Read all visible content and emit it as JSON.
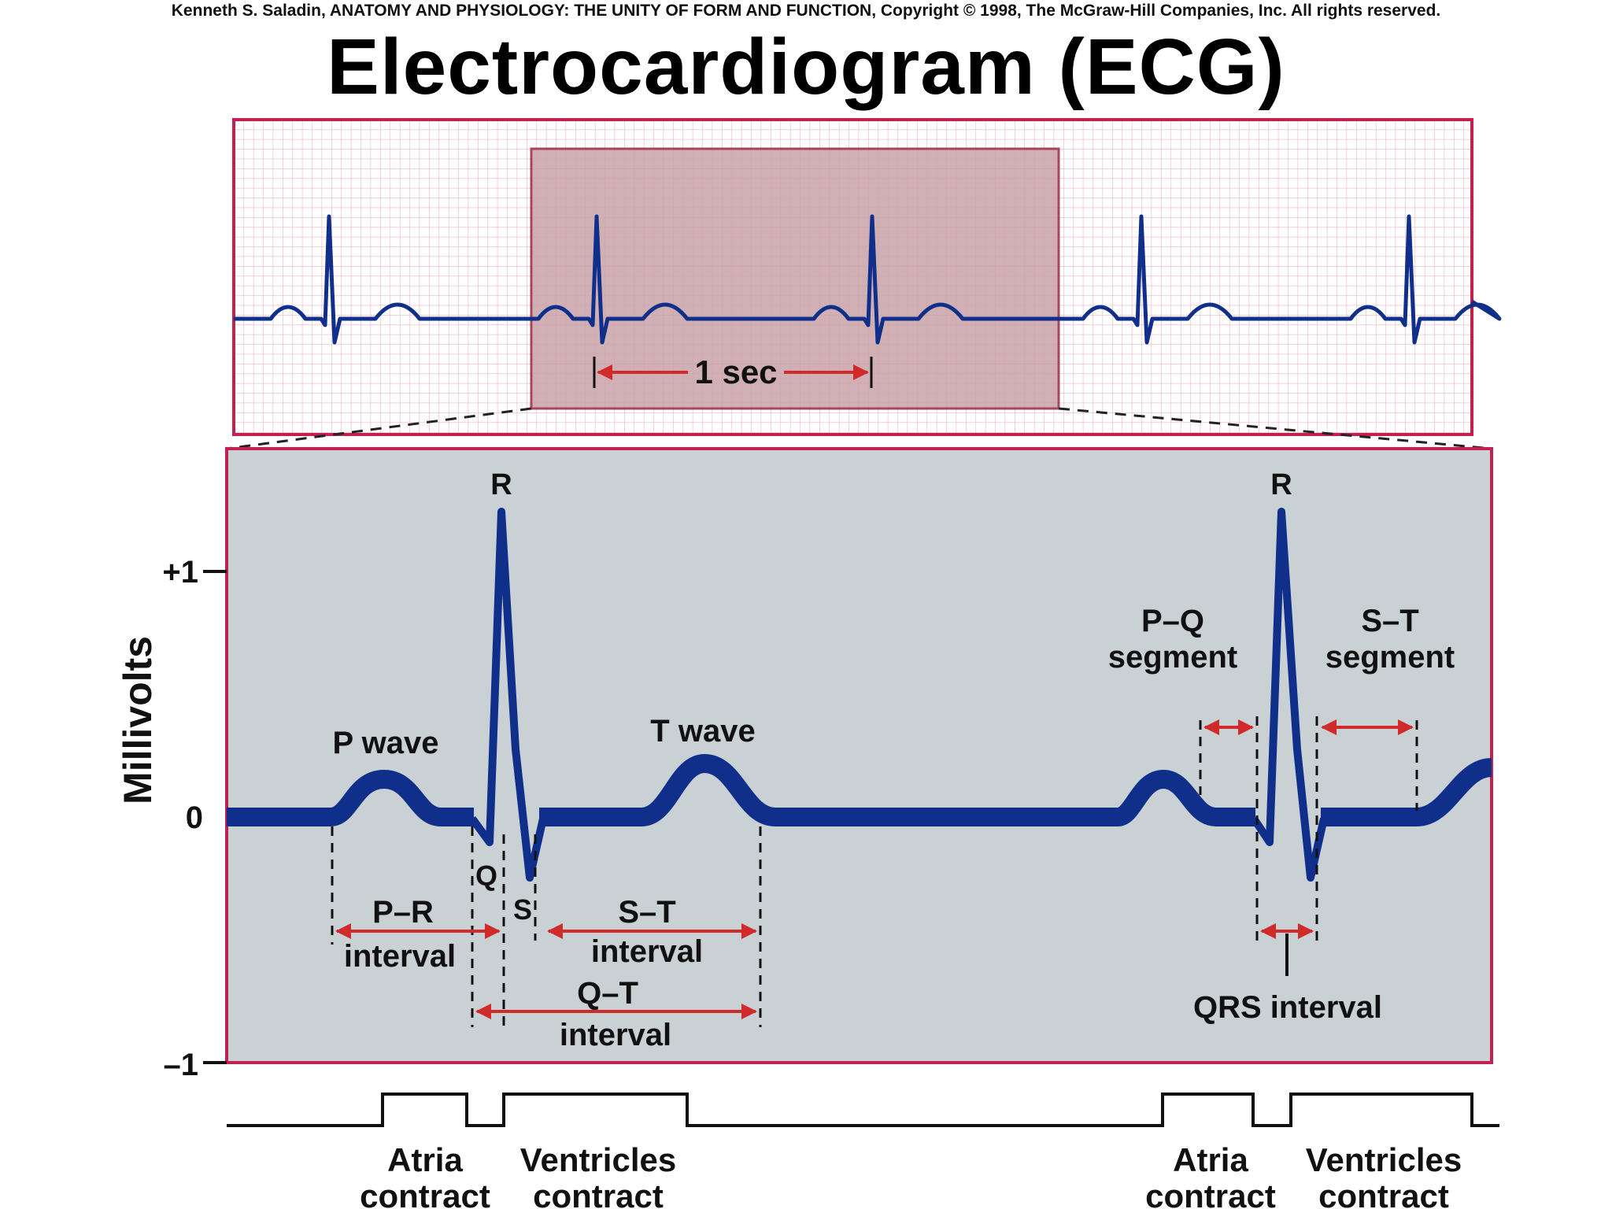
{
  "credit": "Kenneth S. Saladin, ANATOMY AND PHYSIOLOGY: THE UNITY OF FORM AND FUNCTION, Copyright © 1998, The McGraw-Hill Companies, Inc.  All rights reserved.",
  "title": "Electrocardiogram (ECG)",
  "strip": {
    "one_sec_label": "1 sec"
  },
  "axis": {
    "ylabel": "Millivolts",
    "tick_plus1": "+1",
    "tick_zero": "0",
    "tick_minus1": "–1"
  },
  "waves": {
    "r1": "R",
    "r2": "R",
    "p_wave": "P wave",
    "t_wave": "T wave",
    "q": "Q",
    "s": "S"
  },
  "intervals": {
    "pr_line1": "P–R",
    "pr_line2": "interval",
    "st_line1": "S–T",
    "st_line2": "interval",
    "qt_line1": "Q–T",
    "qt_line2": "interval",
    "pq_line1": "P–Q",
    "pq_line2": "segment",
    "stseg_line1": "S–T",
    "stseg_line2": "segment",
    "qrs": "QRS interval"
  },
  "contractions": {
    "atria1_line1": "Atria",
    "atria1_line2": "contract",
    "vent1_line1": "Ventricles",
    "vent1_line2": "contract",
    "atria2_line1": "Atria",
    "atria2_line2": "contract",
    "vent2_line1": "Ventricles",
    "vent2_line2": "contract"
  },
  "colors": {
    "grid": "#e8a0ae",
    "frame": "#c2204e",
    "trace": "#0f2f8a",
    "arrow": "#d02a2a",
    "panel": "#c9d1d4",
    "highlight": "#c9a3a9"
  }
}
